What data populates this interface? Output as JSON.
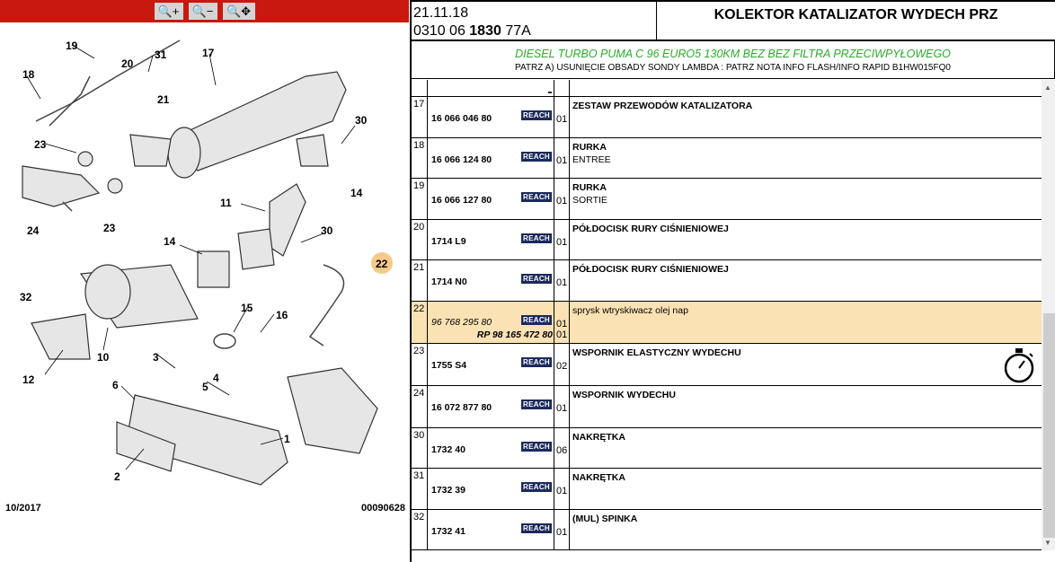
{
  "toolbar": {
    "zoom_in": "zoom-in-icon",
    "zoom_out": "zoom-out-icon",
    "zoom_pan": "zoom-pan-icon"
  },
  "diagram": {
    "date": "10/2017",
    "code": "00090628",
    "callouts": [
      "19",
      "31",
      "17",
      "18",
      "20",
      "21",
      "30",
      "23",
      "14",
      "24",
      "23",
      "11",
      "14",
      "30",
      "22",
      "32",
      "15",
      "16",
      "10",
      "12",
      "3",
      "4",
      "6",
      "5",
      "1",
      "2"
    ],
    "highlighted": "22"
  },
  "header": {
    "date": "21.11.18",
    "code_prefix": "0310 06 ",
    "code_bold": "1830",
    "code_suffix": " 77A",
    "title": "KOLEKTOR KATALIZATOR WYDECH PRZ"
  },
  "info": {
    "engine": "DIESEL TURBO PUMA C 96 EURO5 130KM BEZ BEZ FILTRA PRZECIWPYŁOWEGO",
    "note": "PATRZ A) USUNIĘCIE OBSADY SONDY LAMBDA : PATRZ NOTA INFO FLASH/INFO RAPID B1HW015FQ0"
  },
  "reach_label": "REACH",
  "rows": [
    {
      "num": "17",
      "ref": "16 066 046 80",
      "qty": "01",
      "desc": "ZESTAW PRZEWODÓW KATALIZATORA",
      "desc2": ""
    },
    {
      "num": "18",
      "ref": "16 066 124 80",
      "qty": "01",
      "desc": "RURKA",
      "desc2": "ENTREE"
    },
    {
      "num": "19",
      "ref": "16 066 127 80",
      "qty": "01",
      "desc": "RURKA",
      "desc2": "SORTIE"
    },
    {
      "num": "20",
      "ref": "1714 L9",
      "qty": "01",
      "desc": "PÓŁDOCISK RURY CIŚNIENIOWEJ",
      "desc2": ""
    },
    {
      "num": "21",
      "ref": "1714 N0",
      "qty": "01",
      "desc": "PÓŁDOCISK RURY CIŚNIENIOWEJ",
      "desc2": ""
    },
    {
      "num": "22",
      "ref": "96 768 295 80",
      "qty": "01",
      "desc": "sprysk wtryskiwacz olej nap",
      "desc2": "",
      "rp": "RP 98 165 472 80",
      "qty2": "01"
    },
    {
      "num": "23",
      "ref": "1755 S4",
      "qty": "02",
      "desc": "WSPORNIK ELASTYCZNY WYDECHU",
      "desc2": ""
    },
    {
      "num": "24",
      "ref": "16 072 877 80",
      "qty": "01",
      "desc": "WSPORNIK WYDECHU",
      "desc2": ""
    },
    {
      "num": "30",
      "ref": "1732 40",
      "qty": "06",
      "desc": "NAKRĘTKA",
      "desc2": ""
    },
    {
      "num": "31",
      "ref": "1732 39",
      "qty": "01",
      "desc": "NAKRĘTKA",
      "desc2": ""
    },
    {
      "num": "32",
      "ref": "1732 41",
      "qty": "01",
      "desc": "(MUL) SPINKA",
      "desc2": ""
    }
  ]
}
